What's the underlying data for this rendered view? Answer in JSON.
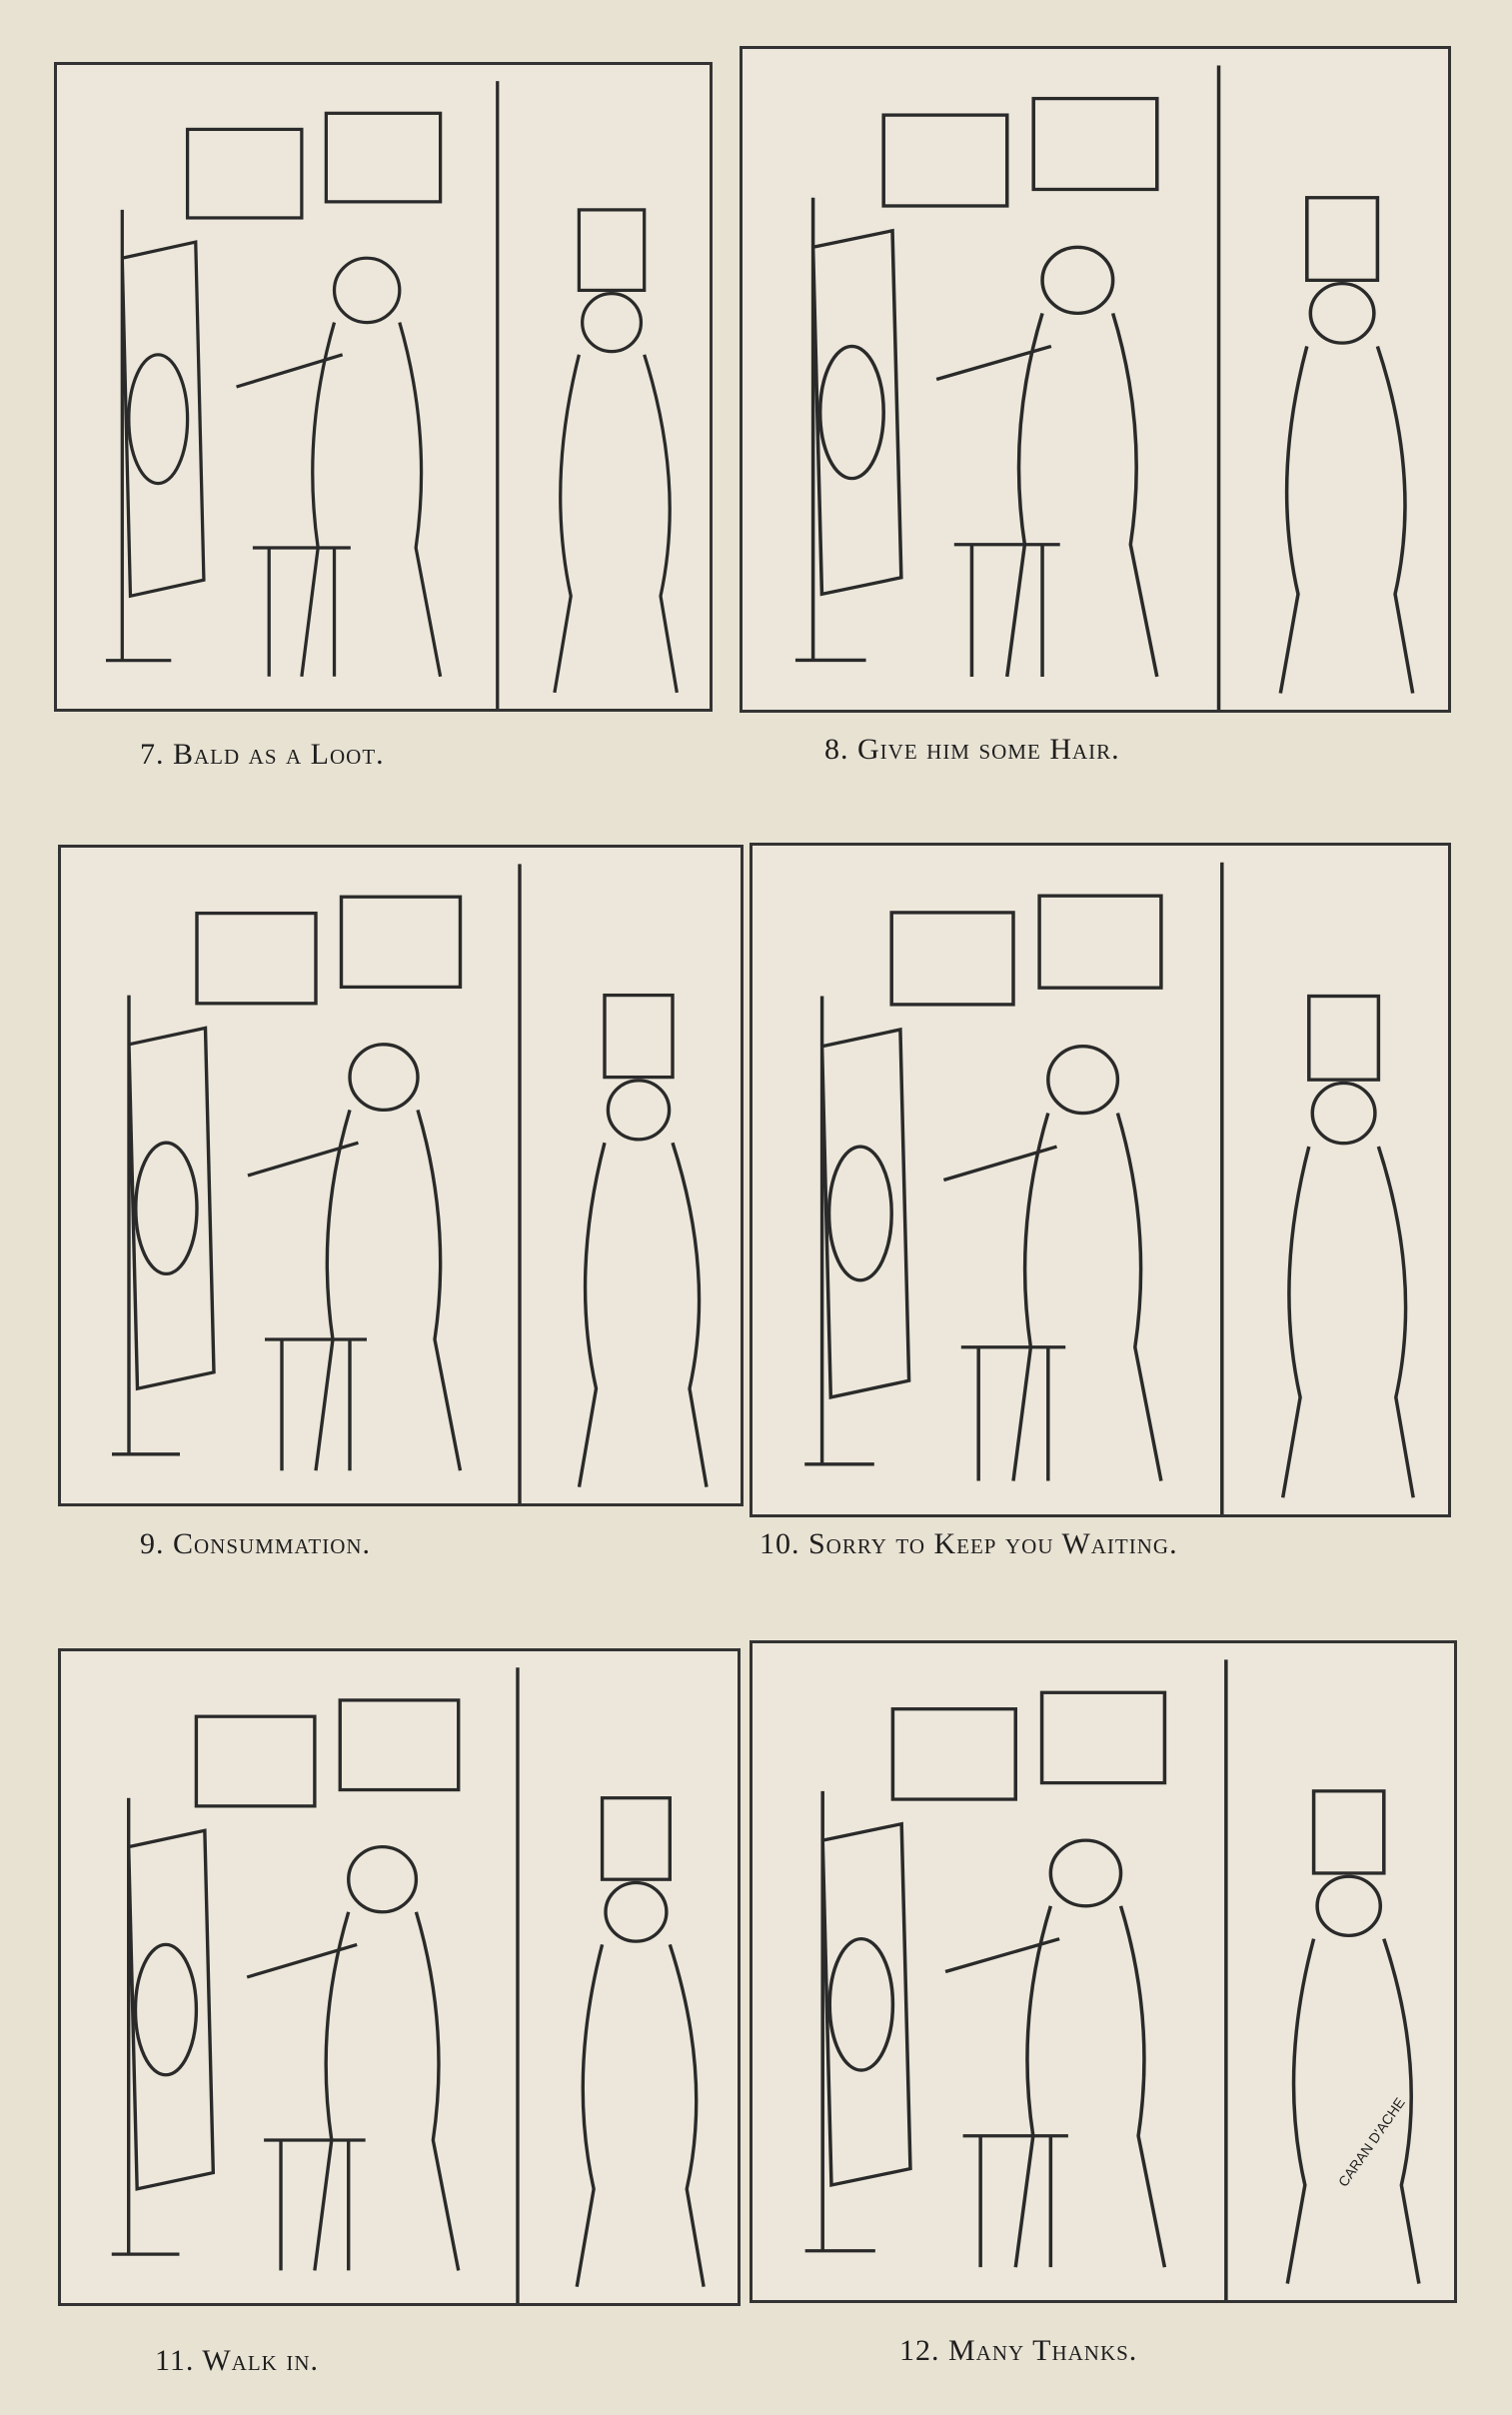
{
  "panels": [
    {
      "number": "7.",
      "caption": "Bald as a Loot."
    },
    {
      "number": "8.",
      "caption": "Give him some Hair."
    },
    {
      "number": "9.",
      "caption": "Consummation."
    },
    {
      "number": "10.",
      "caption": "Sorry to Keep you Waiting."
    },
    {
      "number": "11.",
      "caption": "Walk in."
    },
    {
      "number": "12.",
      "caption": "Many Thanks."
    }
  ],
  "signature": "CARAN D'ACHE"
}
